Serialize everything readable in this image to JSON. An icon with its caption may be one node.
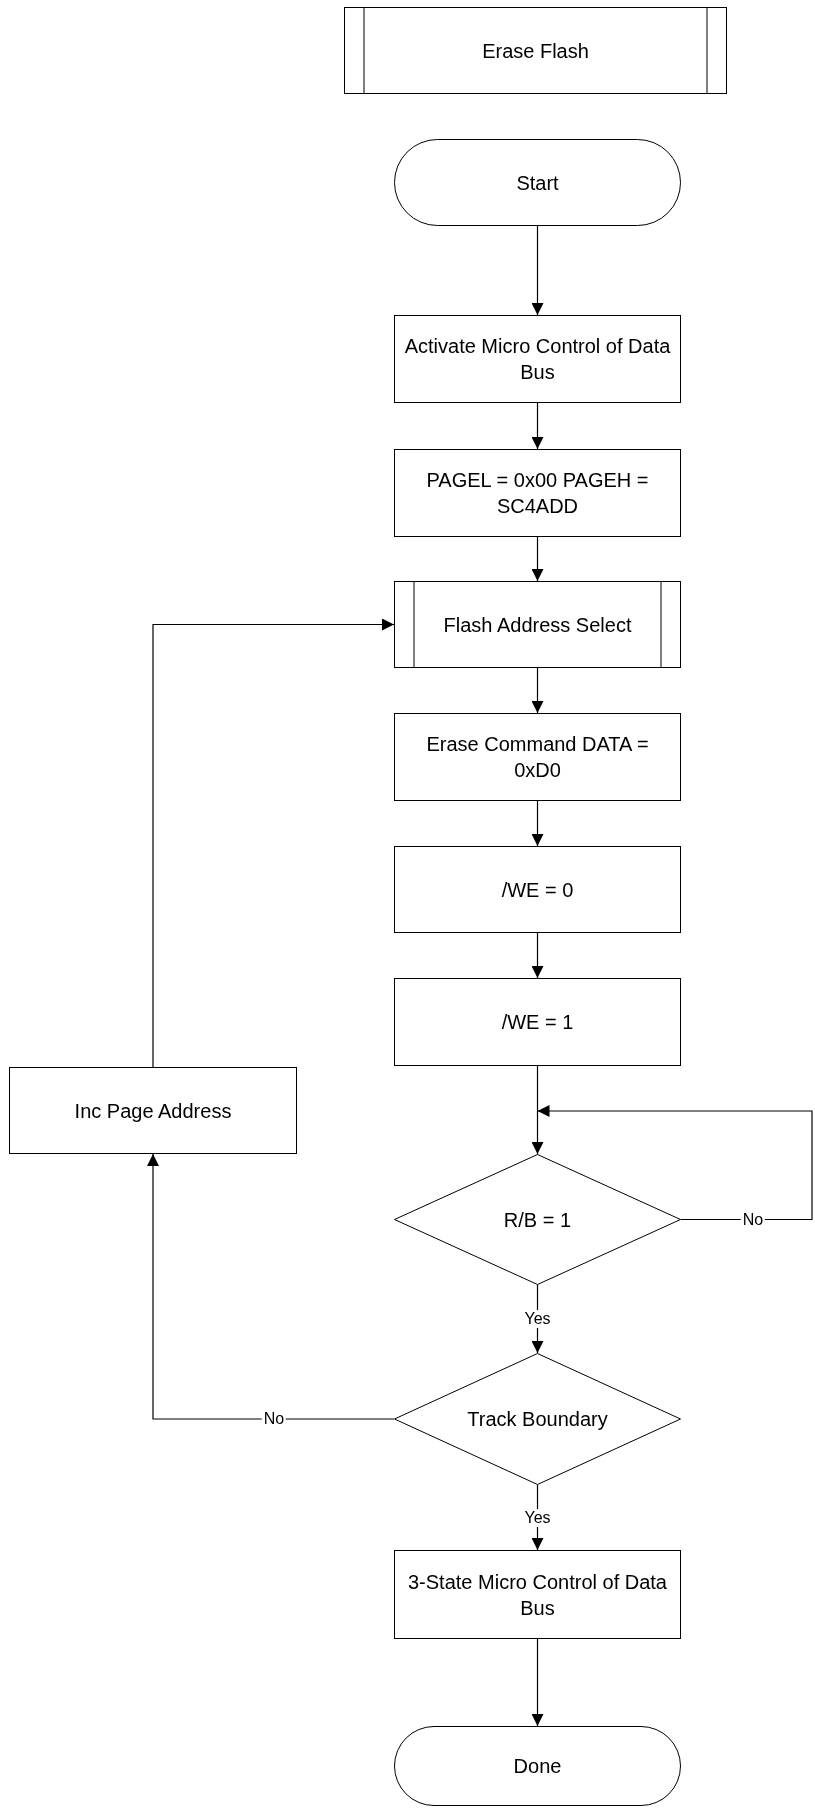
{
  "diagram": {
    "nodes": [
      {
        "text": [
          "Erase Flash"
        ]
      },
      {
        "text": [
          "Start"
        ]
      },
      {
        "text": [
          "Activate Micro Control of Data Bus"
        ]
      },
      {
        "text": [
          "PAGEL = 0x00 PAGEH = SC4ADD"
        ]
      },
      {
        "text": [
          "Flash Address Select"
        ]
      },
      {
        "text": [
          "Erase Command DATA = 0xD0"
        ]
      },
      {
        "text": [
          "/WE = 0"
        ]
      },
      {
        "text": [
          "/WE = 1"
        ]
      },
      {
        "text": [
          "Inc Page Address"
        ]
      },
      {
        "text": [
          "R/B = 1"
        ]
      },
      {
        "text": [
          "Track Boundary"
        ]
      },
      {
        "text": [
          "3-State Micro Control of Data Bus"
        ]
      },
      {
        "text": [
          "Done"
        ]
      }
    ],
    "edges": [
      {
        "from": 1,
        "to": 2,
        "arrow": "to"
      },
      {
        "from": 2,
        "to": 3,
        "arrow": "to"
      },
      {
        "from": 3,
        "to": 4,
        "arrow": "to"
      },
      {
        "from": 4,
        "to": 5,
        "arrow": "to"
      },
      {
        "from": 5,
        "to": 6,
        "arrow": "to"
      },
      {
        "from": 6,
        "to": 7,
        "arrow": "to"
      },
      {
        "from": 7,
        "to": 9,
        "arrow": "to"
      },
      {
        "from": 9,
        "to": 9,
        "arrow": "to",
        "label": "No"
      },
      {
        "from": 9,
        "to": 10,
        "arrow": "to",
        "label": "Yes"
      },
      {
        "from": 10,
        "to": 8,
        "arrow": "to",
        "label": "No"
      },
      {
        "from": 8,
        "to": 4,
        "arrow": "to"
      },
      {
        "from": 10,
        "to": 11,
        "arrow": "to",
        "label": "Yes"
      },
      {
        "from": 11,
        "to": 12,
        "arrow": "to"
      }
    ]
  }
}
